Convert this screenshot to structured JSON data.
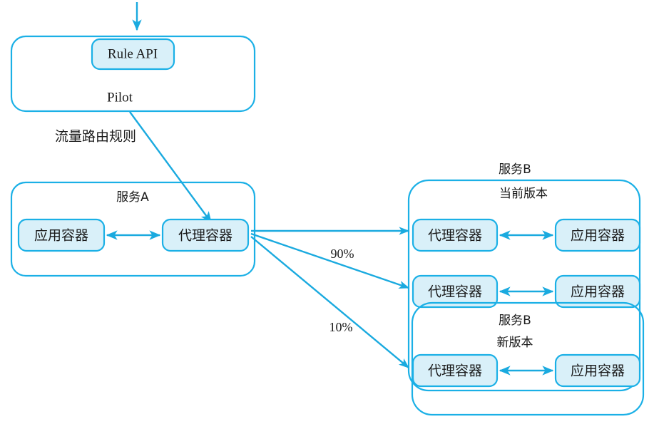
{
  "diagram": {
    "title": "Istio traffic routing canary diagram",
    "colors": {
      "border": "#1bb0e6",
      "node_fill": "#d9f0f9",
      "connector": "#1aaadf",
      "text": "#1a1a1a",
      "background": "#ffffff"
    },
    "control_plane": {
      "group_label": "Pilot",
      "api_box_label": "Rule API",
      "inbound_arrow": "inbound-arrow",
      "routing_rules_label": "流量路由规则"
    },
    "service_a": {
      "group_label": "服务A",
      "app_container_label": "应用容器",
      "proxy_container_label": "代理容器"
    },
    "service_b_current": {
      "group_label_outer": "服务B",
      "group_label_inner": "当前版本",
      "instances": [
        {
          "proxy_label": "代理容器",
          "app_label": "应用容器"
        },
        {
          "proxy_label": "代理容器",
          "app_label": "应用容器"
        }
      ]
    },
    "service_b_new": {
      "group_label_outer": "服务B",
      "group_label_inner": "新版本",
      "instances": [
        {
          "proxy_label": "代理容器",
          "app_label": "应用容器"
        }
      ]
    },
    "traffic_split": {
      "current_version_weight": "90%",
      "new_version_weight": "10%"
    }
  }
}
